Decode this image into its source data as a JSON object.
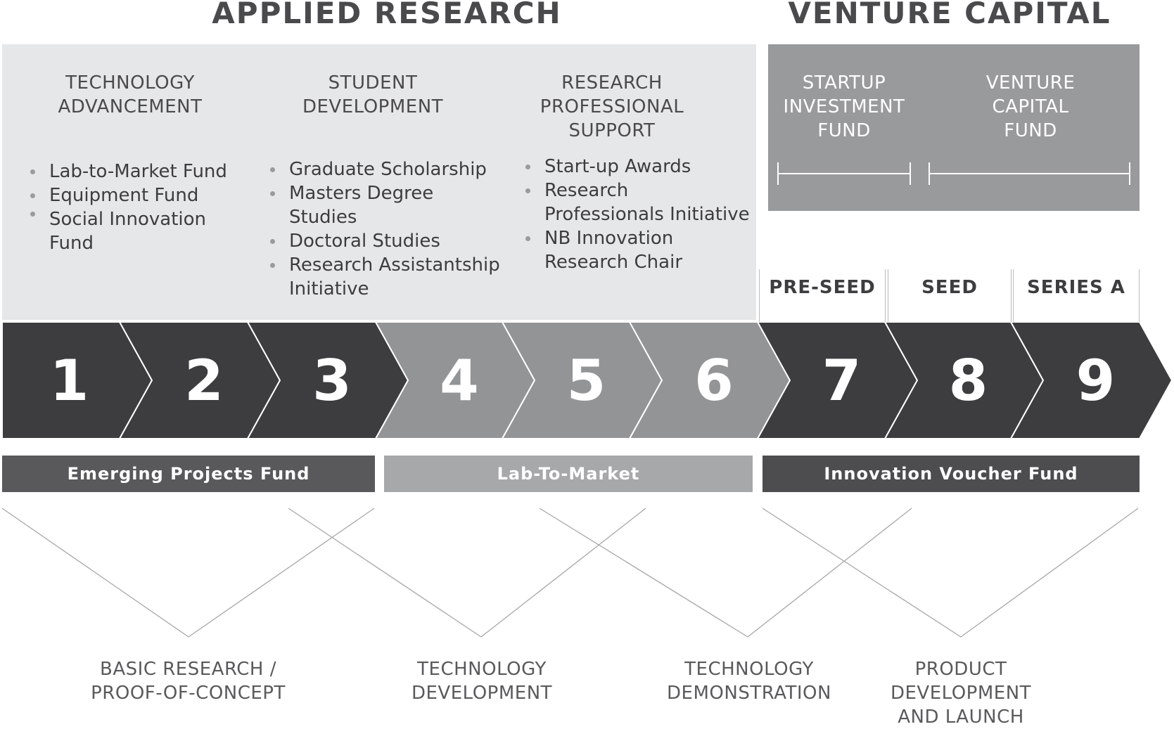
{
  "sections": {
    "applied_research": "APPLIED RESEARCH",
    "venture_capital": "VENTURE CAPITAL"
  },
  "columns": [
    {
      "title": "TECHNOLOGY\nADVANCEMENT",
      "items": [
        "Lab-to-Market Fund",
        "Equipment Fund",
        "Social Innovation\nFund"
      ]
    },
    {
      "title": "STUDENT\nDEVELOPMENT",
      "items": [
        "Graduate Scholarship",
        "Masters Degree\nStudies",
        "Doctoral Studies",
        "Research Assistantship\nInitiative"
      ]
    },
    {
      "title": "RESEARCH\nPROFESSIONAL\nSUPPORT",
      "items": [
        "Start-up Awards",
        "Research\nProfessionals Initiative",
        "NB Innovation\nResearch Chair"
      ]
    }
  ],
  "venture_funds": [
    {
      "title": "STARTUP\nINVESTMENT\nFUND"
    },
    {
      "title": "VENTURE\nCAPITAL\nFUND"
    }
  ],
  "stages": [
    "PRE-SEED",
    "SEED",
    "SERIES A"
  ],
  "chevrons": [
    {
      "num": "1",
      "shade": "dark"
    },
    {
      "num": "2",
      "shade": "dark"
    },
    {
      "num": "3",
      "shade": "dark"
    },
    {
      "num": "4",
      "shade": "light"
    },
    {
      "num": "5",
      "shade": "light"
    },
    {
      "num": "6",
      "shade": "light"
    },
    {
      "num": "7",
      "shade": "dark"
    },
    {
      "num": "8",
      "shade": "dark"
    },
    {
      "num": "9",
      "shade": "dark"
    }
  ],
  "funds": [
    {
      "label": "Emerging Projects Fund",
      "color": "#59595b"
    },
    {
      "label": "Lab-To-Market",
      "color": "#a7a8aa"
    },
    {
      "label": "Innovation Voucher Fund",
      "color": "#4d4d4f"
    }
  ],
  "phases": [
    "BASIC RESEARCH /\nPROOF-OF-CONCEPT",
    "TECHNOLOGY\nDEVELOPMENT",
    "TECHNOLOGY\nDEMONSTRATION",
    "PRODUCT\nDEVELOPMENT\nAND LAUNCH"
  ],
  "colors": {
    "dark_chevron": "#3d3d3f",
    "light_chevron": "#939496",
    "panel_light": "#e6e7e8",
    "panel_dark": "#999a9c"
  }
}
